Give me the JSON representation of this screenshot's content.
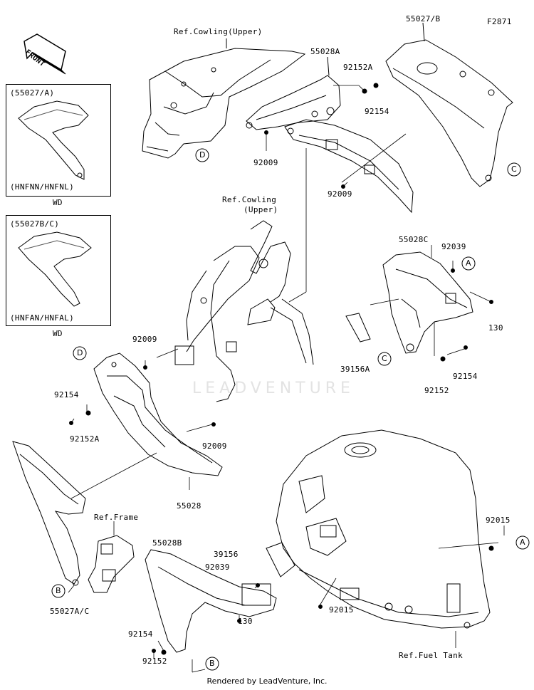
{
  "figure_id": "F2871",
  "front_label": "FRONT",
  "watermark": "LEADVENTURE",
  "footer": "Rendered by LeadVenture, Inc.",
  "inset_top": {
    "part": "(55027/A)",
    "variant": "(HNFNN/HNFNL)",
    "color": "WD"
  },
  "inset_bottom": {
    "part": "(55027B/C)",
    "variant": "(HNFAN/HNFAL)",
    "color": "WD"
  },
  "labels": {
    "ref_cowling_upper_1": "Ref.Cowling(Upper)",
    "ref_cowling_upper_2a": "Ref.Cowling",
    "ref_cowling_upper_2b": "(Upper)",
    "ref_frame": "Ref.Frame",
    "ref_fuel_tank": "Ref.Fuel Tank",
    "p55027B": "55027/B",
    "p55028A": "55028A",
    "p92152A_top": "92152A",
    "p92154_top": "92154",
    "p92009_a": "92009",
    "p92009_b": "92009",
    "p55028C": "55028C",
    "p92039_r": "92039",
    "p130_r": "130",
    "p39156A": "39156A",
    "p92154_r": "92154",
    "p92152_r": "92152",
    "p92009_c": "92009",
    "p92154_l": "92154",
    "p92152A_l": "92152A",
    "p92009_d": "92009",
    "p55028": "55028",
    "p92015_r": "92015",
    "p55028B": "55028B",
    "p39156": "39156",
    "p92039_b": "92039",
    "p92015_b": "92015",
    "p130_b": "130",
    "p55027AC": "55027A/C",
    "p92154_b": "92154",
    "p92152_b": "92152"
  },
  "callouts": {
    "A": "A",
    "B": "B",
    "C": "C",
    "D": "D"
  }
}
